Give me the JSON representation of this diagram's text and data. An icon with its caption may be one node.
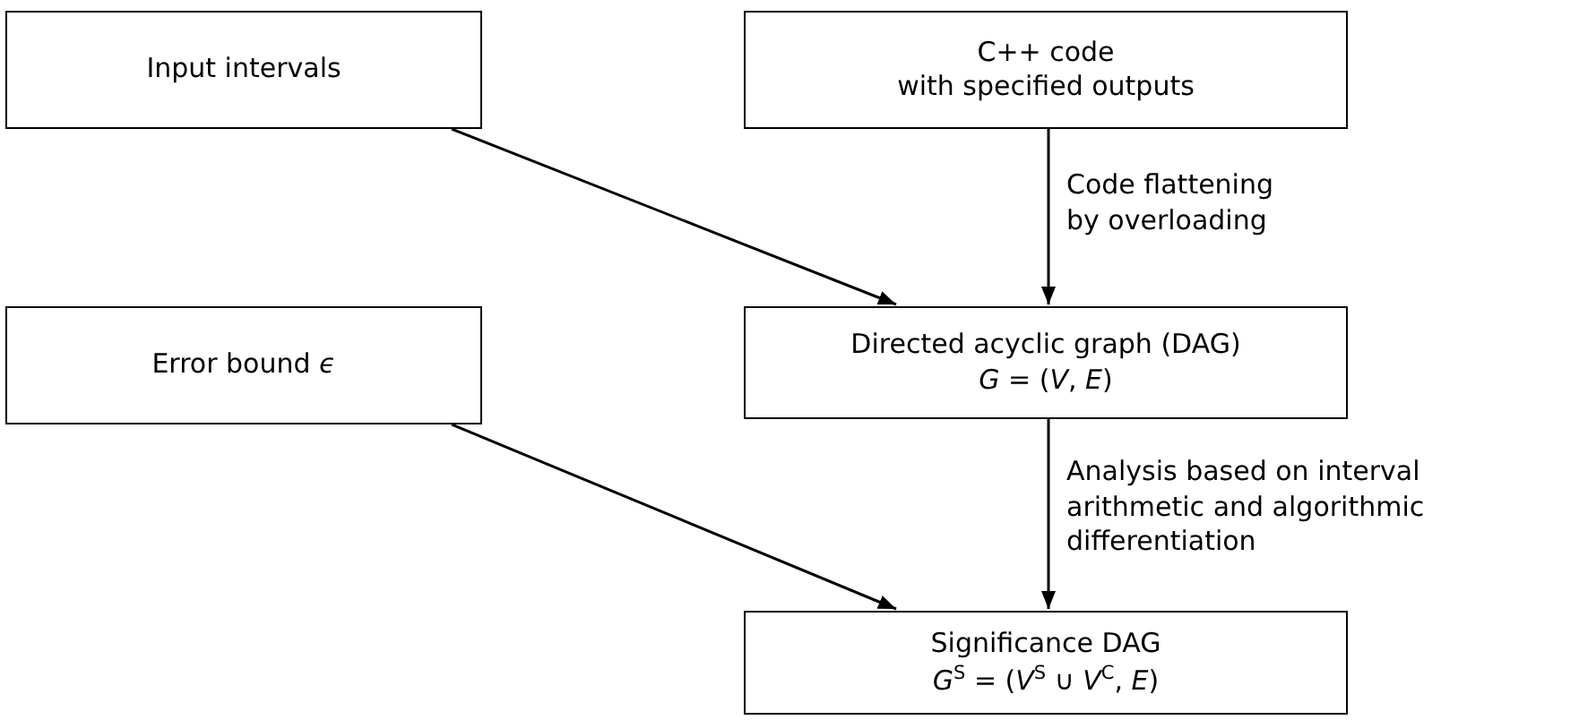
{
  "diagram": {
    "nodes": [
      {
        "text": [
          "Input intervals"
        ]
      },
      {
        "text": [
          "C++ code",
          "with specified outputs"
        ]
      },
      {
        "text": [
          "Error bound *ϵ*"
        ]
      },
      {
        "text": [
          "Directed acyclic graph (DAG)",
          "*G*  =  (*V*, *E*)"
        ]
      },
      {
        "text": [
          "Significance DAG",
          "*G*$^{S}$  =  (*V*$^{S}$ ∪ *V*$^{C}$, *E*)"
        ]
      }
    ],
    "edges": [
      {
        "from": 0,
        "to": 3,
        "arrow": "to"
      },
      {
        "from": 1,
        "to": 3,
        "arrow": "to",
        "label": "Code flattening by overloading"
      },
      {
        "from": 2,
        "to": 4,
        "arrow": "to"
      },
      {
        "from": 3,
        "to": 4,
        "arrow": "to",
        "label": "Analysis based on interval arithmetic and algorithmic differentiation"
      }
    ]
  }
}
